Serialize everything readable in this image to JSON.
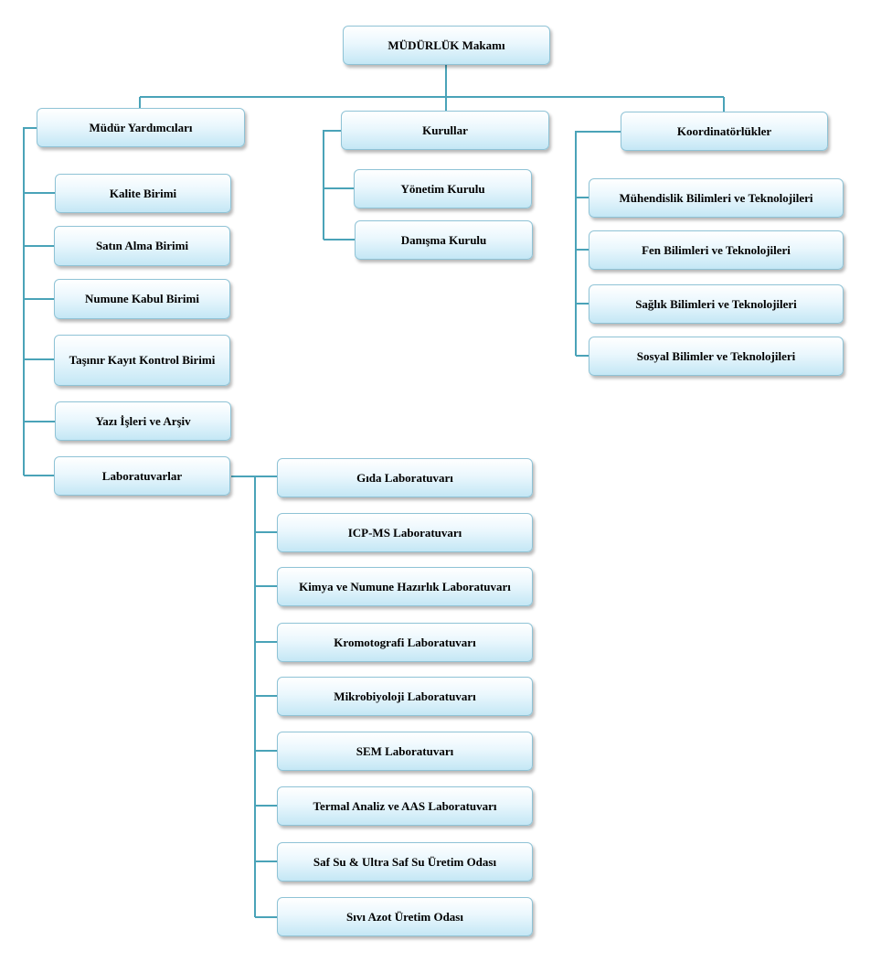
{
  "root": {
    "label": "MÜDÜRLÜK Makamı"
  },
  "groups": {
    "mudur": {
      "label": "Müdür Yardımcıları",
      "items": [
        "Kalite Birimi",
        "Satın Alma Birimi",
        "Numune Kabul Birimi",
        "Taşınır Kayıt Kontrol Birimi",
        "Yazı İşleri ve Arşiv",
        "Laboratuvarlar"
      ]
    },
    "kurullar": {
      "label": "Kurullar",
      "items": [
        "Yönetim Kurulu",
        "Danışma Kurulu"
      ]
    },
    "koord": {
      "label": "Koordinatörlükler",
      "items": [
        "Mühendislik Bilimleri ve Teknolojileri",
        "Fen Bilimleri ve Teknolojileri",
        "Sağlık Bilimleri ve Teknolojileri",
        "Sosyal Bilimler ve Teknolojileri"
      ]
    },
    "labs": {
      "items": [
        "Gıda Laboratuvarı",
        "ICP-MS Laboratuvarı",
        "Kimya ve Numune Hazırlık Laboratuvarı",
        "Kromotografi Laboratuvarı",
        "Mikrobiyoloji Laboratuvarı",
        "SEM Laboratuvarı",
        "Termal Analiz ve AAS Laboratuvarı",
        "Saf Su & Ultra Saf Su Üretim Odası",
        "Sıvı Azot Üretim Odası"
      ]
    }
  },
  "colors": {
    "connector": "#4aa3b8",
    "box_border": "#8fc3d6",
    "box_fill_bottom": "#c4e7f5"
  }
}
